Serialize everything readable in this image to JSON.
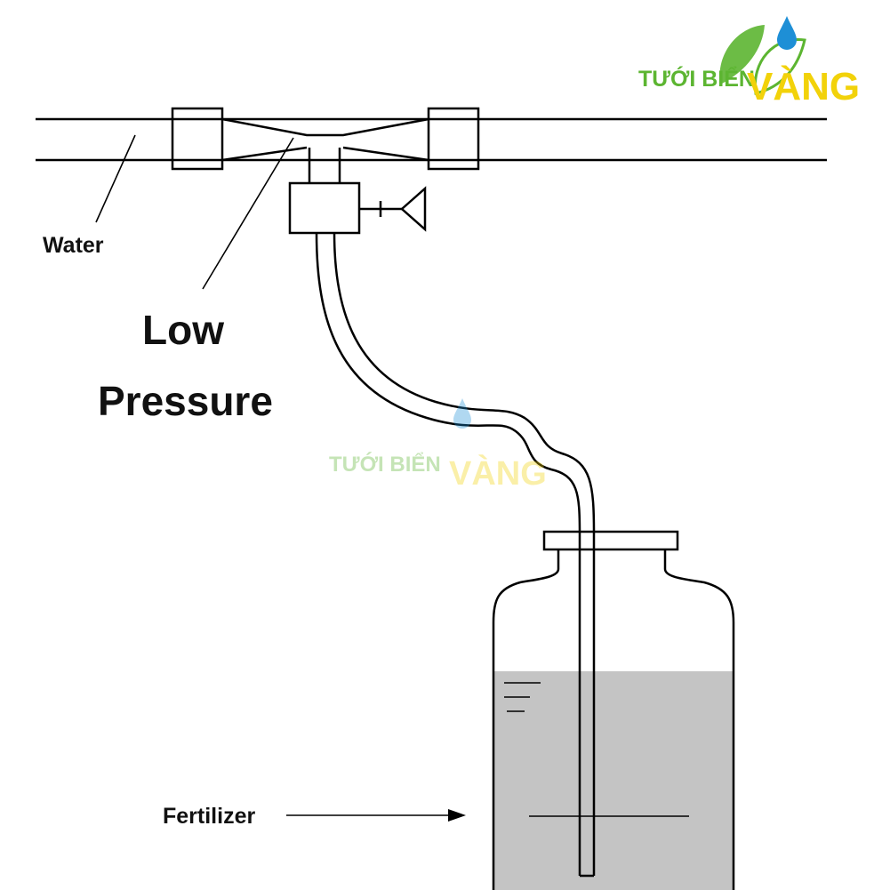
{
  "labels": {
    "water": "Water",
    "low_pressure_line1": "Low",
    "low_pressure_line2": "Pressure",
    "fertilizer": "Fertilizer"
  },
  "logo": {
    "word1": "TƯỚI BIỂN",
    "word2": "VÀNG",
    "colors": {
      "green": "#5cb531",
      "yellow": "#f2d20a",
      "drop_blue": "#1e8fd6"
    }
  },
  "watermark": {
    "word1": "TƯỚI BIỂN",
    "word2": "VÀNG"
  },
  "colors": {
    "fertilizer_liquid": "#c4c4c4",
    "line": "#000000",
    "background": "#ffffff"
  }
}
